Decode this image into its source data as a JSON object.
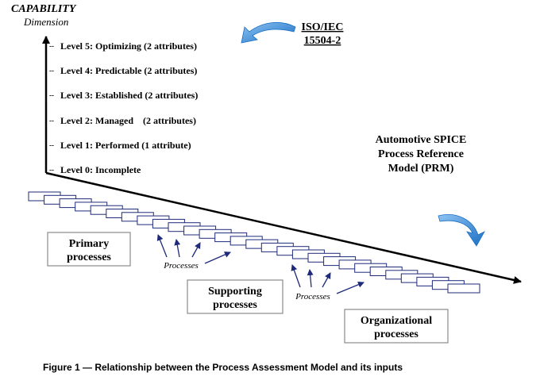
{
  "capability_axis": {
    "title": "CAPABILITY",
    "subtitle": "Dimension"
  },
  "levels": [
    {
      "prefix": "--",
      "label": "Level 5: Optimizing (2 attributes)"
    },
    {
      "prefix": "--",
      "label": "Level 4: Predictable (2 attributes)"
    },
    {
      "prefix": "--",
      "label": "Level 3: Established (2 attributes)"
    },
    {
      "prefix": "--",
      "label": "Level 2: Managed    (2 attributes)"
    },
    {
      "prefix": "--",
      "label": "Level 1: Performed (1 attribute)"
    },
    {
      "prefix": "--",
      "label": "Level 0: Incomplete"
    }
  ],
  "standard": {
    "line1": "ISO/IEC",
    "line2": "15504-2"
  },
  "prm": {
    "line1": "Automotive SPICE",
    "line2": "Process Reference",
    "line3": "Model (PRM)"
  },
  "groups": {
    "primary": {
      "line1": "Primary",
      "line2": "processes"
    },
    "supporting": {
      "line1": "Supporting",
      "line2": "processes"
    },
    "organizational": {
      "line1": "Organizational",
      "line2": "processes"
    }
  },
  "processes_label_1": "Processes",
  "processes_label_2": "Processes",
  "caption": "Figure 1 — Relationship between the Process Assessment Model and its inputs",
  "colors": {
    "accent_blue": "#1a6fc4",
    "accent_blue_light": "#5fa6e6",
    "box_stroke": "#1f2a7a",
    "group_box_stroke": "#8a8a8a"
  }
}
